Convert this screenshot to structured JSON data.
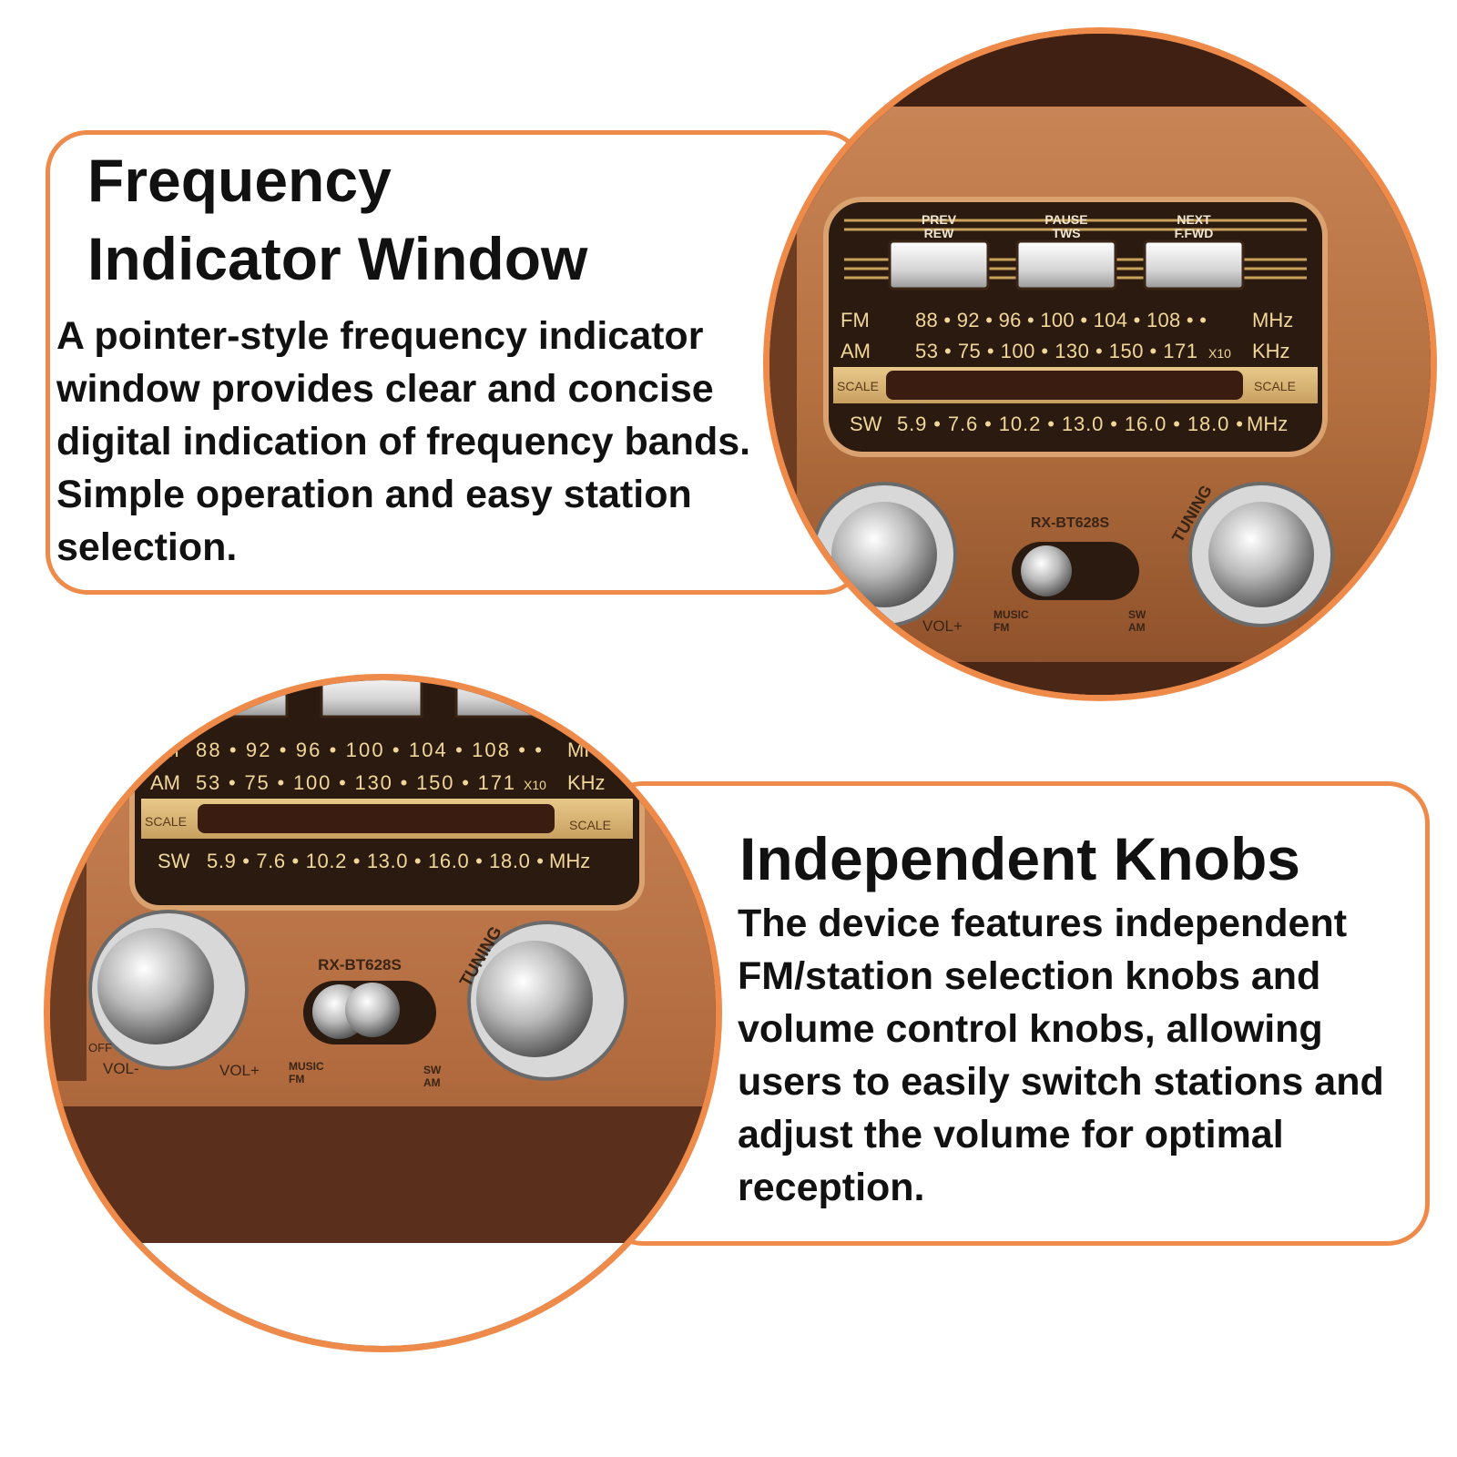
{
  "sections": [
    {
      "title_line1": "Frequency",
      "title_line2": "Indicator Window",
      "description": "A pointer-style frequency indicator window provides clear and concise digital indication of frequency bands. Simple operation and easy station selection."
    },
    {
      "title": "Independent Knobs",
      "description": "The device features independent FM/station selection knobs and volume control knobs, allowing users to easily switch stations and adjust the volume for optimal reception."
    }
  ],
  "radio": {
    "buttons": [
      {
        "top": "PREV",
        "bottom": "REW"
      },
      {
        "top": "PAUSE",
        "bottom": "TWS"
      },
      {
        "top": "NEXT",
        "bottom": "F.FWD"
      }
    ],
    "fm_band": "FM",
    "fm_scale": "88 • 92 • 96 • 100 • 104 • 108 • •",
    "fm_unit": "MHz",
    "am_band": "AM",
    "am_scale": "53 • 75 • 100 • 130 • 150 • 171",
    "am_mult": "X10",
    "am_unit": "KHz",
    "scale_label": "SCALE",
    "sw_band": "SW",
    "sw_scale": "5.9 • 7.6 • 10.2 • 13.0 • 16.0 • 18.0 •",
    "sw_unit": "MHz",
    "model": "RX-BT628S",
    "tuning": "TUNING",
    "vol_minus": "VOL-",
    "vol_plus": "VOL+",
    "off_label": "OFF",
    "music_fm_top": "MUSIC",
    "music_fm_bottom": "FM",
    "sw_am_top": "SW",
    "sw_am_bottom": "AM"
  },
  "colors": {
    "accent_border": "#ee8a4a",
    "radio_copper": "#b06a3e",
    "radio_dark": "#4a2616",
    "dial_gold": "#f1d79a"
  }
}
